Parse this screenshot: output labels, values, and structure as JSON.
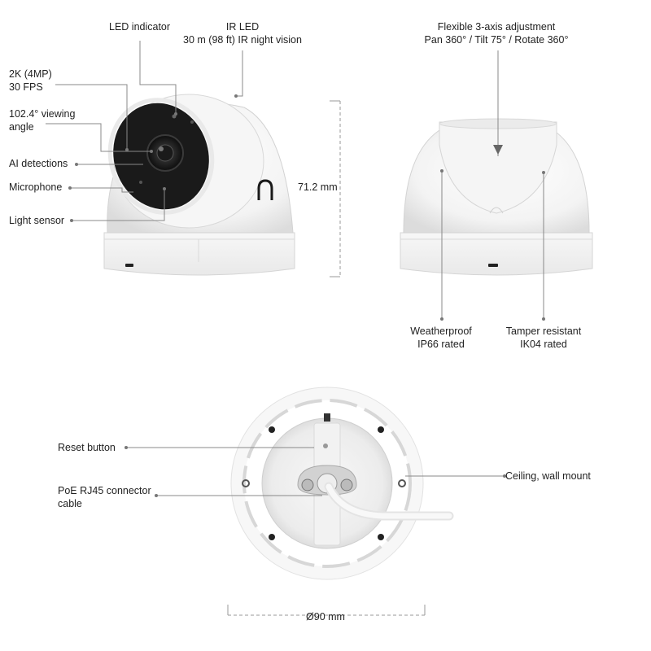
{
  "callouts": {
    "led_indicator": "LED indicator",
    "ir_led": [
      "IR LED",
      "30 m (98 ft) IR night vision"
    ],
    "resolution": [
      "2K (4MP)",
      "30 FPS"
    ],
    "viewing_angle": [
      "102.4° viewing",
      "angle"
    ],
    "ai_detections": "AI detections",
    "microphone": "Microphone",
    "light_sensor": "Light sensor",
    "adjustment": [
      "Flexible 3-axis adjustment",
      "Pan 360° / Tilt 75° / Rotate 360°"
    ],
    "weatherproof": [
      "Weatherproof",
      "IP66 rated"
    ],
    "tamper": [
      "Tamper resistant",
      "IK04 rated"
    ],
    "reset_button": "Reset button",
    "poe_cable": [
      "PoE RJ45 connector",
      "cable"
    ],
    "mount": "Ceiling, wall mount"
  },
  "dimensions": {
    "height": "71.2 mm",
    "diameter": "Ø90 mm"
  },
  "colors": {
    "text": "#222222",
    "leader_line": "#888888",
    "housing": "#f4f4f4",
    "lens_ring": "#1b1b1b"
  },
  "icons": [
    "ubiquiti-logo-icon"
  ]
}
